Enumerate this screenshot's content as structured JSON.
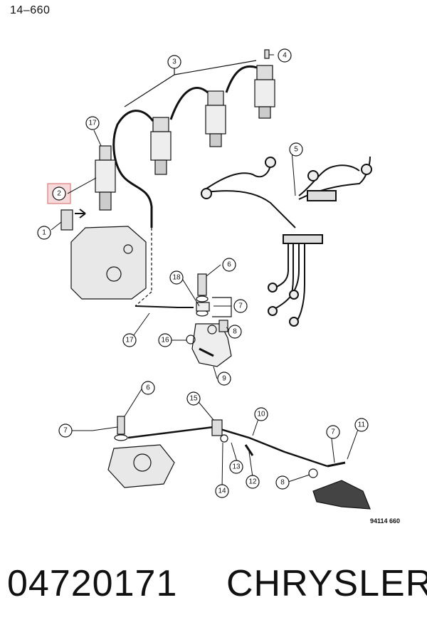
{
  "header": {
    "page_label": "14–660"
  },
  "footer": {
    "figure_code": "94114  660",
    "part_number": "04720171",
    "brand": "CHRYSLER"
  },
  "callouts": {
    "c1": "1",
    "c2": "2",
    "c3": "3",
    "c4": "4",
    "c5": "5",
    "c6a": "6",
    "c6b": "6",
    "c7a": "7",
    "c7b": "7",
    "c7c": "7",
    "c8a": "8",
    "c8b": "8",
    "c9": "9",
    "c10": "10",
    "c11": "11",
    "c12": "12",
    "c13": "13",
    "c14": "14",
    "c15": "15",
    "c16": "16",
    "c17a": "17",
    "c17b": "17",
    "c18": "18"
  },
  "highlight": {
    "color": "#e07a7a",
    "fill": "#f6dada"
  }
}
